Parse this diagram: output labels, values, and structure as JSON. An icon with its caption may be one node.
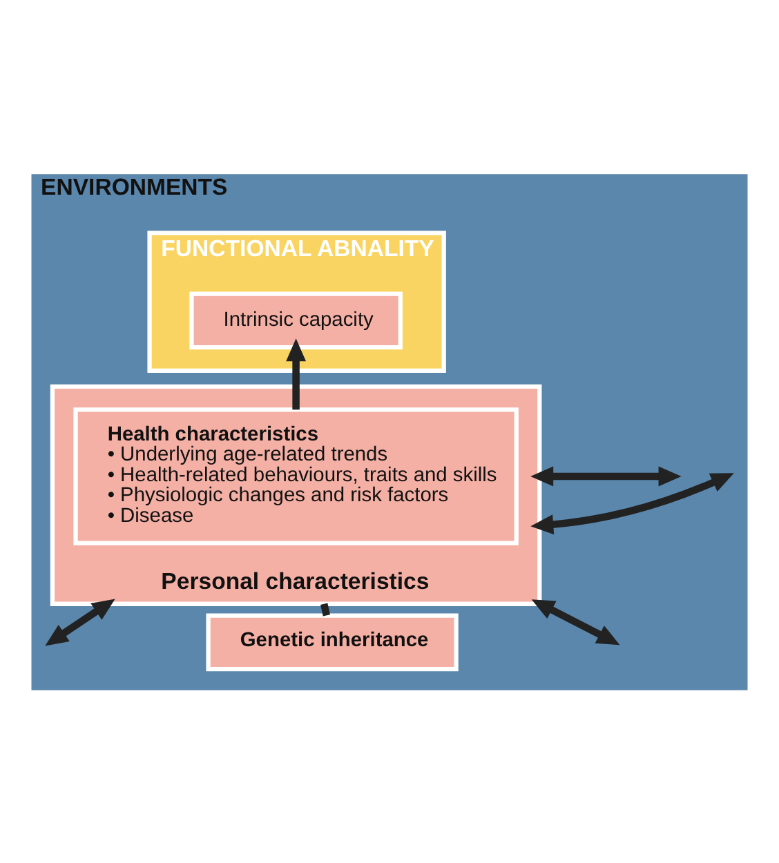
{
  "diagram": {
    "nodes": [
      {
        "text": [
          "ENVIRONMENTS"
        ]
      },
      {
        "text": [
          "FUNCTIONAL ABNALITY"
        ],
        "in": 0
      },
      {
        "text": [
          "Intrinsic capacity"
        ],
        "in": 1
      },
      {
        "text": [
          "Personal characteristics"
        ],
        "in": 0
      },
      {
        "text": [
          "Health characteristics",
          "• Underlying age-related trends",
          "• Health-related behaviours, traits and skills",
          "• Physiologic changes and risk factors",
          "• Disease"
        ],
        "in": 3
      },
      {
        "text": [
          "Genetic inheritance"
        ],
        "in": 0
      }
    ],
    "edges": [
      {
        "from": 4,
        "to": 2,
        "arrow": "to"
      },
      {
        "from": 5,
        "to": 3,
        "arrow": "none"
      },
      {
        "from": null,
        "to": 3,
        "arrow": "both"
      },
      {
        "from": null,
        "to": 3,
        "arrow": "both"
      },
      {
        "from": null,
        "to": 3,
        "arrow": "both"
      },
      {
        "from": null,
        "to": 3,
        "arrow": "both"
      }
    ]
  }
}
